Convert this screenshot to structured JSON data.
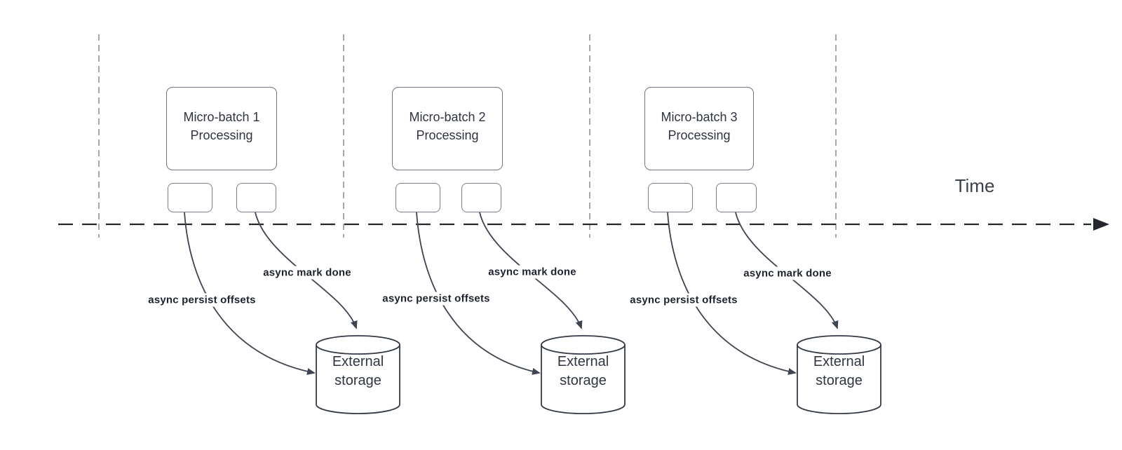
{
  "timeline": {
    "label": "Time"
  },
  "batches": [
    {
      "name": "Micro-batch 1",
      "subtitle": "Processing",
      "persist_label": "async persist offsets",
      "done_label": "async mark done",
      "storage": {
        "line1": "External",
        "line2": "storage"
      }
    },
    {
      "name": "Micro-batch 2",
      "subtitle": "Processing",
      "persist_label": "async persist offsets",
      "done_label": "async mark done",
      "storage": {
        "line1": "External",
        "line2": "storage"
      }
    },
    {
      "name": "Micro-batch 3",
      "subtitle": "Processing",
      "persist_label": "async persist offsets",
      "done_label": "async mark done",
      "storage": {
        "line1": "External",
        "line2": "storage"
      }
    }
  ],
  "colors": {
    "curve": "#3e4450",
    "timeline": "#24272e",
    "gridline": "#a8a8a8",
    "box_border": "#6f7683",
    "cylinder_stroke": "#343a45",
    "box_text": "#2f3440",
    "label_text": "#1d222c"
  }
}
